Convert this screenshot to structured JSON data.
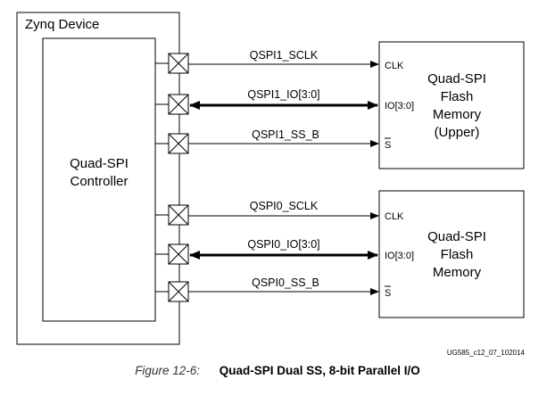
{
  "device": {
    "title": "Zynq Device"
  },
  "controller": {
    "line1": "Quad-SPI",
    "line2": "Controller"
  },
  "signals": {
    "qspi1_sclk": "QSPI1_SCLK",
    "qspi1_io": "QSPI1_IO[3:0]",
    "qspi1_ss": "QSPI1_SS_B",
    "qspi0_sclk": "QSPI0_SCLK",
    "qspi0_io": "QSPI0_IO[3:0]",
    "qspi0_ss": "QSPI0_SS_B"
  },
  "flash_upper": {
    "line1": "Quad-SPI",
    "line2": "Flash",
    "line3": "Memory",
    "line4": "(Upper)",
    "pin_clk": "CLK",
    "pin_io": "IO[3:0]",
    "pin_ss": "S"
  },
  "flash_lower": {
    "line1": "Quad-SPI",
    "line2": "Flash",
    "line3": "Memory",
    "pin_clk": "CLK",
    "pin_io": "IO[3:0]",
    "pin_ss": "S"
  },
  "footnote": "UG585_c12_07_102014",
  "caption": {
    "figure": "Figure 12-6:",
    "title": "Quad-SPI Dual SS, 8-bit Parallel I/O"
  },
  "colors": {
    "line": "#000000",
    "background": "#ffffff"
  }
}
